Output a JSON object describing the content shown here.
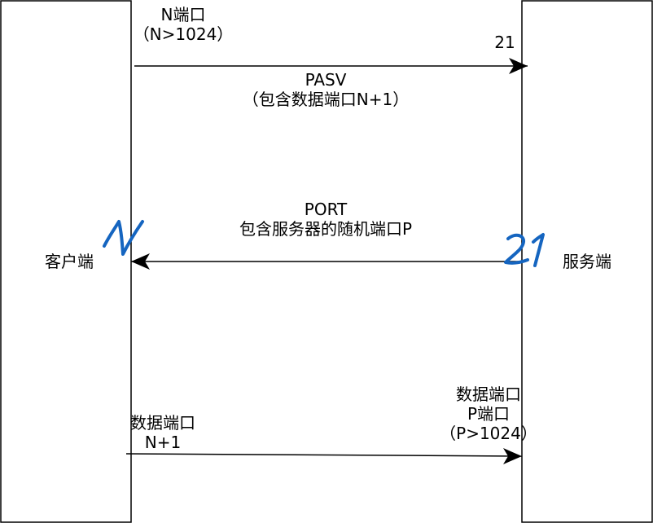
{
  "diagram": {
    "client": {
      "label": "客户端",
      "port_annotation": "N"
    },
    "server": {
      "label": "服务端",
      "port_annotation": "21"
    },
    "messages": [
      {
        "source_label": [
          "N端口",
          "（N>1024）"
        ],
        "target_label": [
          "21"
        ],
        "label": [
          "PASV",
          "（包含数据端口N+1）"
        ]
      },
      {
        "label": [
          "PORT",
          "包含服务器的随机端口P"
        ]
      },
      {
        "source_label": [
          "数据端口",
          "N+1"
        ],
        "target_label": [
          "数据端口",
          "P端口",
          "（P>1024）"
        ]
      }
    ],
    "colors": {
      "stroke": "#000000",
      "background": "#ffffff",
      "handwriting": "#1565c0"
    }
  }
}
